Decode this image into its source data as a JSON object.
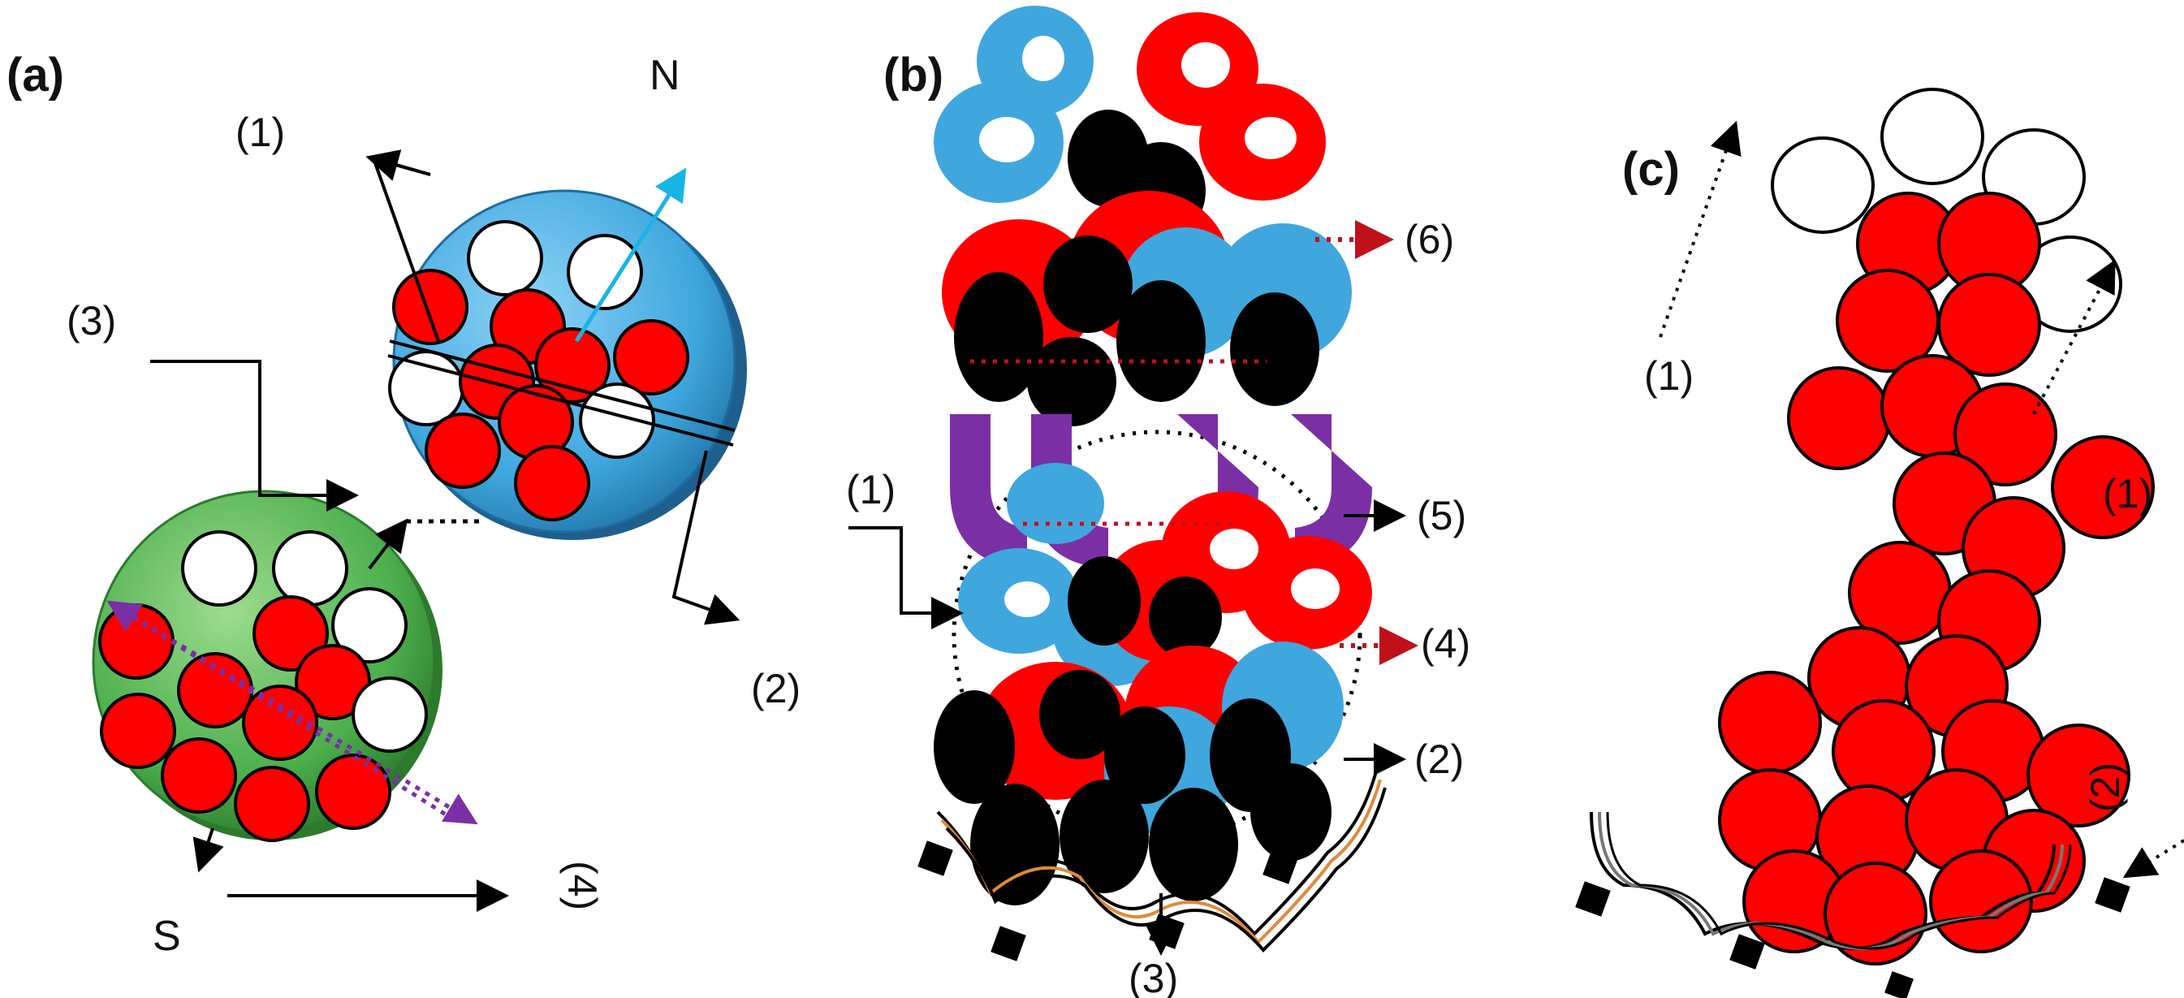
{
  "panels": {
    "a": {
      "label": "(a)",
      "north": "N",
      "south": "S",
      "markers": [
        "(1)",
        "(2)",
        "(3)",
        "(4)"
      ]
    },
    "b": {
      "label": "(b)",
      "markers": [
        "(1)",
        "(2)",
        "(3)",
        "(4)",
        "(5)",
        "(6)"
      ]
    },
    "c": {
      "label": "(c)",
      "markers": [
        "(1)",
        "(1)",
        "(2)"
      ]
    }
  },
  "colors": {
    "red": "#ff0000",
    "blue": "#3fa7de",
    "green": "#4cae4c",
    "black": "#000000",
    "purple": "#7b2fa5",
    "cyan": "#19b4e6",
    "dark_red_arrow": "#c0101a"
  }
}
